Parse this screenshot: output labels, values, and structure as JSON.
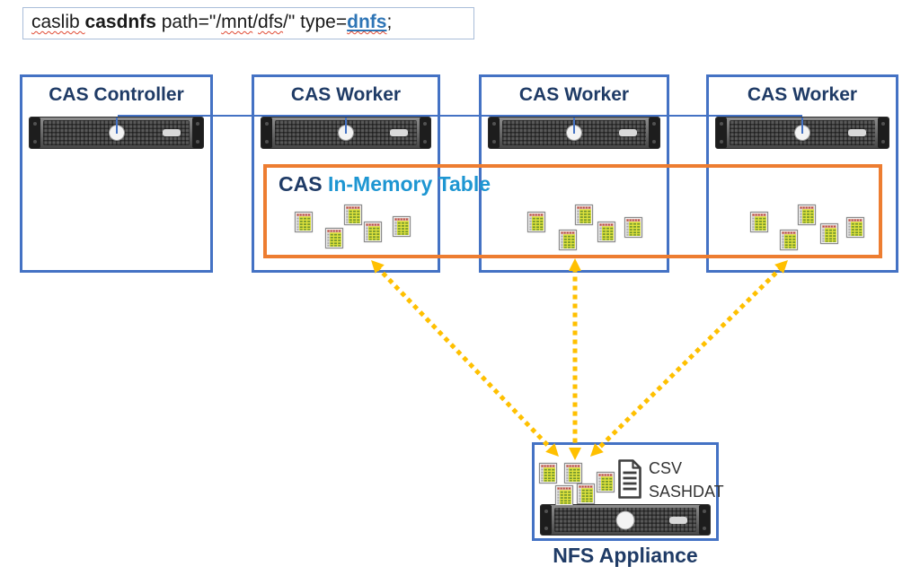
{
  "code": {
    "caslib": "caslib ",
    "libref": "casdnfs",
    "path_pre": " path=\"/",
    "mnt": "mnt",
    "slash": "/",
    "dfs": "dfs",
    "path_post": "/\" type=",
    "dnfs": "dnfs",
    "semicolon": ";"
  },
  "nodes": {
    "controller": {
      "title": "CAS Controller"
    },
    "workers": [
      {
        "title": "CAS Worker"
      },
      {
        "title": "CAS Worker"
      },
      {
        "title": "CAS Worker"
      }
    ]
  },
  "memory_table": {
    "title_cas": "CAS ",
    "title_rest": "In-Memory Table"
  },
  "nfs": {
    "title": "NFS Appliance",
    "file_types": [
      "CSV",
      "SASHDAT"
    ]
  },
  "colors": {
    "node_border": "#4472C4",
    "memory_border": "#ED7D31",
    "arrow": "#FFC000",
    "heading_text": "#1F3B66",
    "memory_title_text": "#1E96D2",
    "code_keyword": "#2E75B6",
    "spellcheck_squiggle": "#E04A33"
  }
}
